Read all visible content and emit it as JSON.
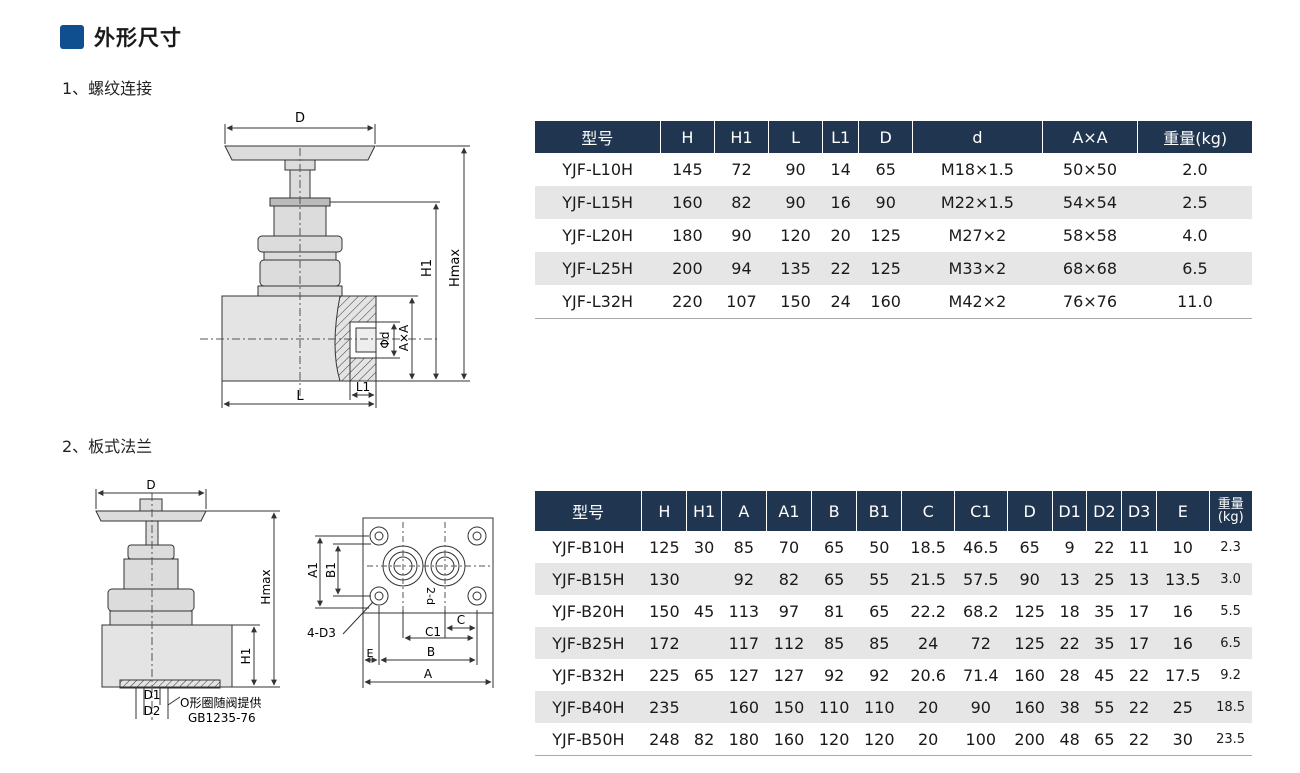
{
  "heading": "外形尺寸",
  "colors": {
    "heading_square": "#0f4f8f",
    "table_header": "#1f3550",
    "row_stripe": "#e6e6e6"
  },
  "section1": {
    "label": "1、螺纹连接",
    "drawing_labels": {
      "D": "D",
      "H1": "H1",
      "Hmax": "Hmax",
      "phid": "Φd",
      "AxA": "A×A",
      "L1": "L1",
      "L": "L"
    },
    "table": {
      "headers": [
        "型号",
        "H",
        "H1",
        "L",
        "L1",
        "D",
        "d",
        "A×A",
        "重量(kg)"
      ],
      "rows": [
        [
          "YJF-L10H",
          "145",
          "72",
          "90",
          "14",
          "65",
          "M18×1.5",
          "50×50",
          "2.0"
        ],
        [
          "YJF-L15H",
          "160",
          "82",
          "90",
          "16",
          "90",
          "M22×1.5",
          "54×54",
          "2.5"
        ],
        [
          "YJF-L20H",
          "180",
          "90",
          "120",
          "20",
          "125",
          "M27×2",
          "58×58",
          "4.0"
        ],
        [
          "YJF-L25H",
          "200",
          "94",
          "135",
          "22",
          "125",
          "M33×2",
          "68×68",
          "6.5"
        ],
        [
          "YJF-L32H",
          "220",
          "107",
          "150",
          "24",
          "160",
          "M42×2",
          "76×76",
          "11.0"
        ]
      ]
    }
  },
  "section2": {
    "label": "2、板式法兰",
    "drawing_labels": {
      "D": "D",
      "Hmax": "Hmax",
      "H1": "H1",
      "D1": "D1",
      "D2": "D2",
      "oring_note": "O形圈随阀提供",
      "gb_note": "GB1235-76",
      "A1": "A1",
      "B1": "B1",
      "d2": "2-d",
      "D3": "4-D3",
      "C1": "C1",
      "C": "C",
      "E": "E",
      "B": "B",
      "A": "A"
    },
    "table": {
      "headers": [
        "型号",
        "H",
        "H1",
        "A",
        "A1",
        "B",
        "B1",
        "C",
        "C1",
        "D",
        "D1",
        "D2",
        "D3",
        "E"
      ],
      "weight_header_line1": "重量",
      "weight_header_line2": "(kg)",
      "rows": [
        [
          "YJF-B10H",
          "125",
          "30",
          "85",
          "70",
          "65",
          "50",
          "18.5",
          "46.5",
          "65",
          "9",
          "22",
          "11",
          "10",
          "2.3"
        ],
        [
          "YJF-B15H",
          "130",
          "",
          "92",
          "82",
          "65",
          "55",
          "21.5",
          "57.5",
          "90",
          "13",
          "25",
          "13",
          "13.5",
          "3.0"
        ],
        [
          "YJF-B20H",
          "150",
          "45",
          "113",
          "97",
          "81",
          "65",
          "22.2",
          "68.2",
          "125",
          "18",
          "35",
          "17",
          "16",
          "5.5"
        ],
        [
          "YJF-B25H",
          "172",
          "",
          "117",
          "112",
          "85",
          "85",
          "24",
          "72",
          "125",
          "22",
          "35",
          "17",
          "16",
          "6.5"
        ],
        [
          "YJF-B32H",
          "225",
          "65",
          "127",
          "127",
          "92",
          "92",
          "20.6",
          "71.4",
          "160",
          "28",
          "45",
          "22",
          "17.5",
          "9.2"
        ],
        [
          "YJF-B40H",
          "235",
          "",
          "160",
          "150",
          "110",
          "110",
          "20",
          "90",
          "160",
          "38",
          "55",
          "22",
          "25",
          "18.5"
        ],
        [
          "YJF-B50H",
          "248",
          "82",
          "180",
          "160",
          "120",
          "120",
          "20",
          "100",
          "200",
          "48",
          "65",
          "22",
          "30",
          "23.5"
        ]
      ]
    }
  }
}
